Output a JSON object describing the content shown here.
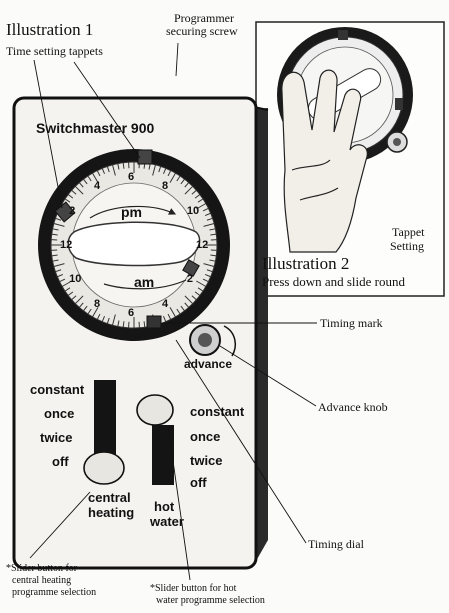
{
  "illustration1": {
    "title": "Illustration 1",
    "time_setting_tappets": "Time setting tappets",
    "programmer_screw": [
      "Programmer",
      "securing screw"
    ],
    "brand": "Switchmaster 900",
    "am": "am",
    "pm": "pm",
    "advance": "advance",
    "dial_numbers_outer": [
      "2",
      "4",
      "6",
      "8",
      "10",
      "12",
      "2",
      "4",
      "6",
      "8",
      "10",
      "12"
    ],
    "callouts": {
      "timing_mark": "Timing mark",
      "advance_knob": "Advance knob",
      "timing_dial": "Timing dial"
    },
    "left_switch": {
      "options": [
        "constant",
        "once",
        "twice",
        "off"
      ],
      "label": [
        "central",
        "heating"
      ]
    },
    "right_switch": {
      "options": [
        "constant",
        "once",
        "twice",
        "off"
      ],
      "label": [
        "hot",
        "water"
      ]
    },
    "footnote_left": [
      "*Slider button for",
      "central heating",
      "programme selection"
    ],
    "footnote_right": [
      "*Slider button for hot",
      "water programme selection"
    ]
  },
  "illustration2": {
    "title": "Illustration 2",
    "caption": "Press down and slide round",
    "tappet_setting": [
      "Tappet",
      "Setting"
    ]
  }
}
